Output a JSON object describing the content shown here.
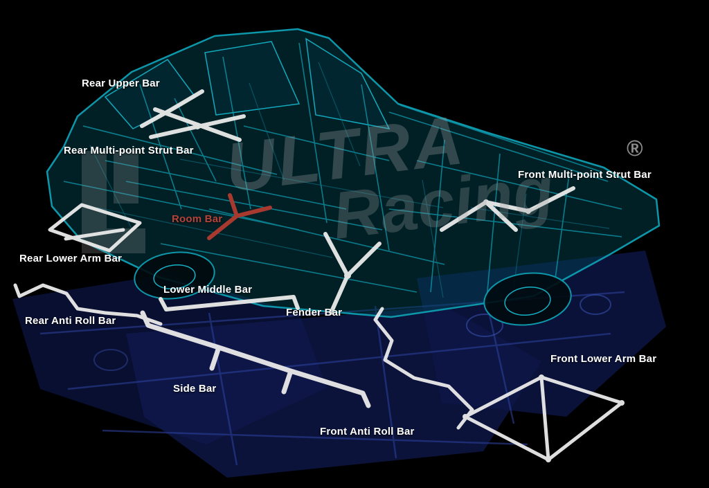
{
  "diagram": {
    "title": "Car chassis strut bar fitment diagram",
    "background": "#000000",
    "watermark": {
      "line1": "ULTRA",
      "line2": "Racing",
      "registered": "®"
    },
    "labels": [
      {
        "id": "rear-upper-bar",
        "text": "Rear Upper Bar",
        "color": "#ffffff"
      },
      {
        "id": "rear-multi-point-strut-bar",
        "text": "Rear Multi-point Strut Bar",
        "color": "#ffffff"
      },
      {
        "id": "front-multi-point-strut-bar",
        "text": "Front Multi-point Strut Bar",
        "color": "#ffffff"
      },
      {
        "id": "room-bar",
        "text": "Room Bar",
        "color": "#b5453b"
      },
      {
        "id": "rear-lower-arm-bar",
        "text": "Rear Lower Arm Bar",
        "color": "#ffffff"
      },
      {
        "id": "lower-middle-bar",
        "text": "Lower Middle Bar",
        "color": "#ffffff"
      },
      {
        "id": "fender-bar",
        "text": "Fender Bar",
        "color": "#ffffff"
      },
      {
        "id": "rear-anti-roll-bar",
        "text": "Rear Anti Roll Bar",
        "color": "#ffffff"
      },
      {
        "id": "front-lower-arm-bar",
        "text": "Front Lower Arm Bar",
        "color": "#ffffff"
      },
      {
        "id": "side-bar",
        "text": "Side Bar",
        "color": "#ffffff"
      },
      {
        "id": "front-anti-roll-bar",
        "text": "Front Anti Roll Bar",
        "color": "#ffffff"
      }
    ],
    "colors": {
      "chassis_teal": "#0d97aa",
      "subframe_blue": "#1c2d7a",
      "bar_highlight": "#e8e8e8",
      "room_bar_red": "#a8392f",
      "watermark_gray": "#9a9a9a",
      "label_text": "#ffffff"
    }
  }
}
